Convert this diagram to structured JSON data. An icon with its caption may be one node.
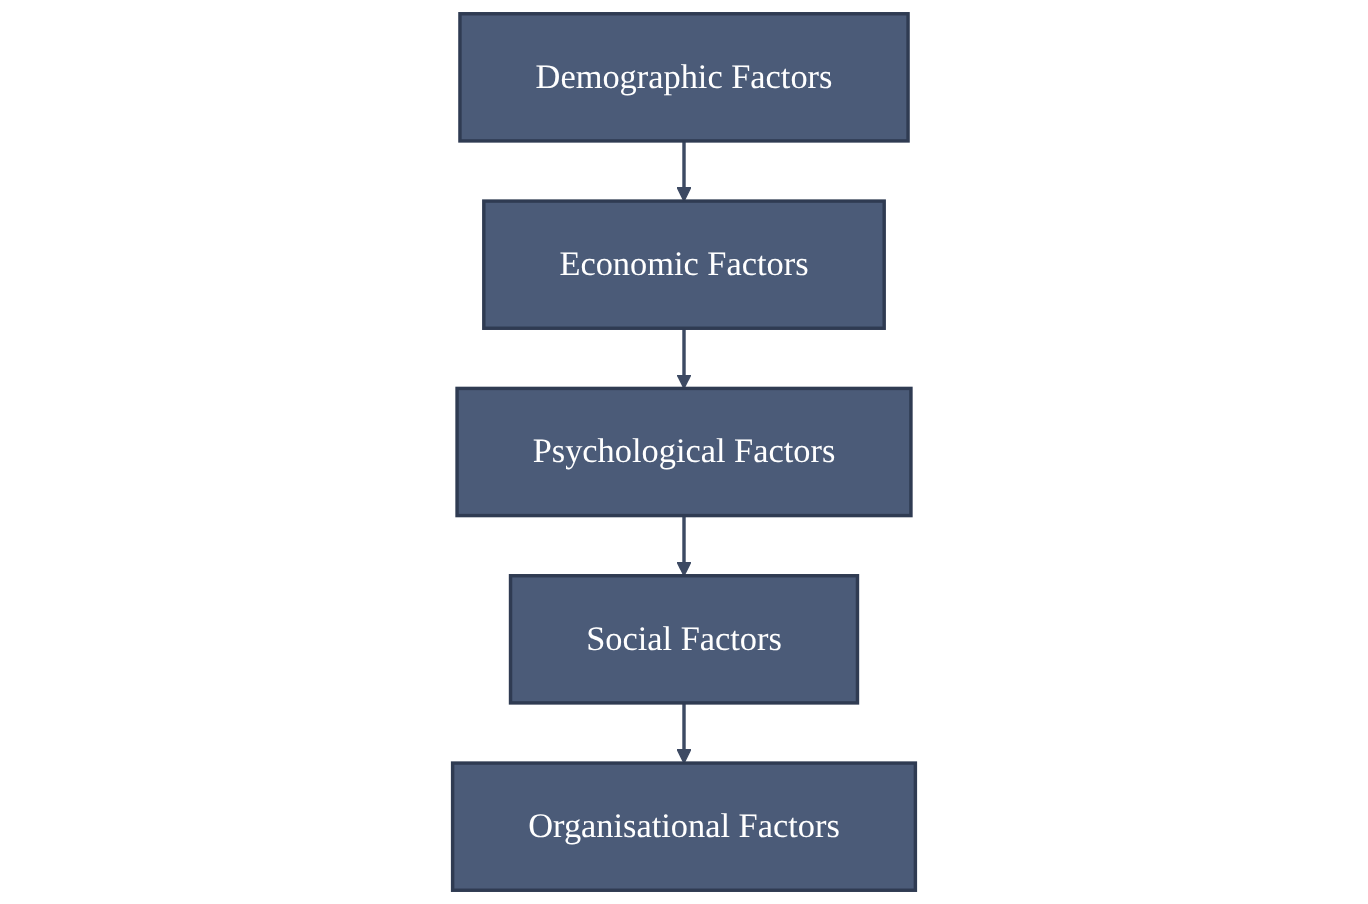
{
  "diagram": {
    "nodes": [
      {
        "text": [
          "Demographic Factors"
        ]
      },
      {
        "text": [
          "Economic Factors"
        ]
      },
      {
        "text": [
          "Psychological Factors"
        ]
      },
      {
        "text": [
          "Social Factors"
        ]
      },
      {
        "text": [
          "Organisational Factors"
        ]
      }
    ],
    "edges": [
      {
        "from": 0,
        "to": 1,
        "arrow": "to"
      },
      {
        "from": 1,
        "to": 2,
        "arrow": "to"
      },
      {
        "from": 2,
        "to": 3,
        "arrow": "to"
      },
      {
        "from": 3,
        "to": 4,
        "arrow": "to"
      }
    ]
  }
}
